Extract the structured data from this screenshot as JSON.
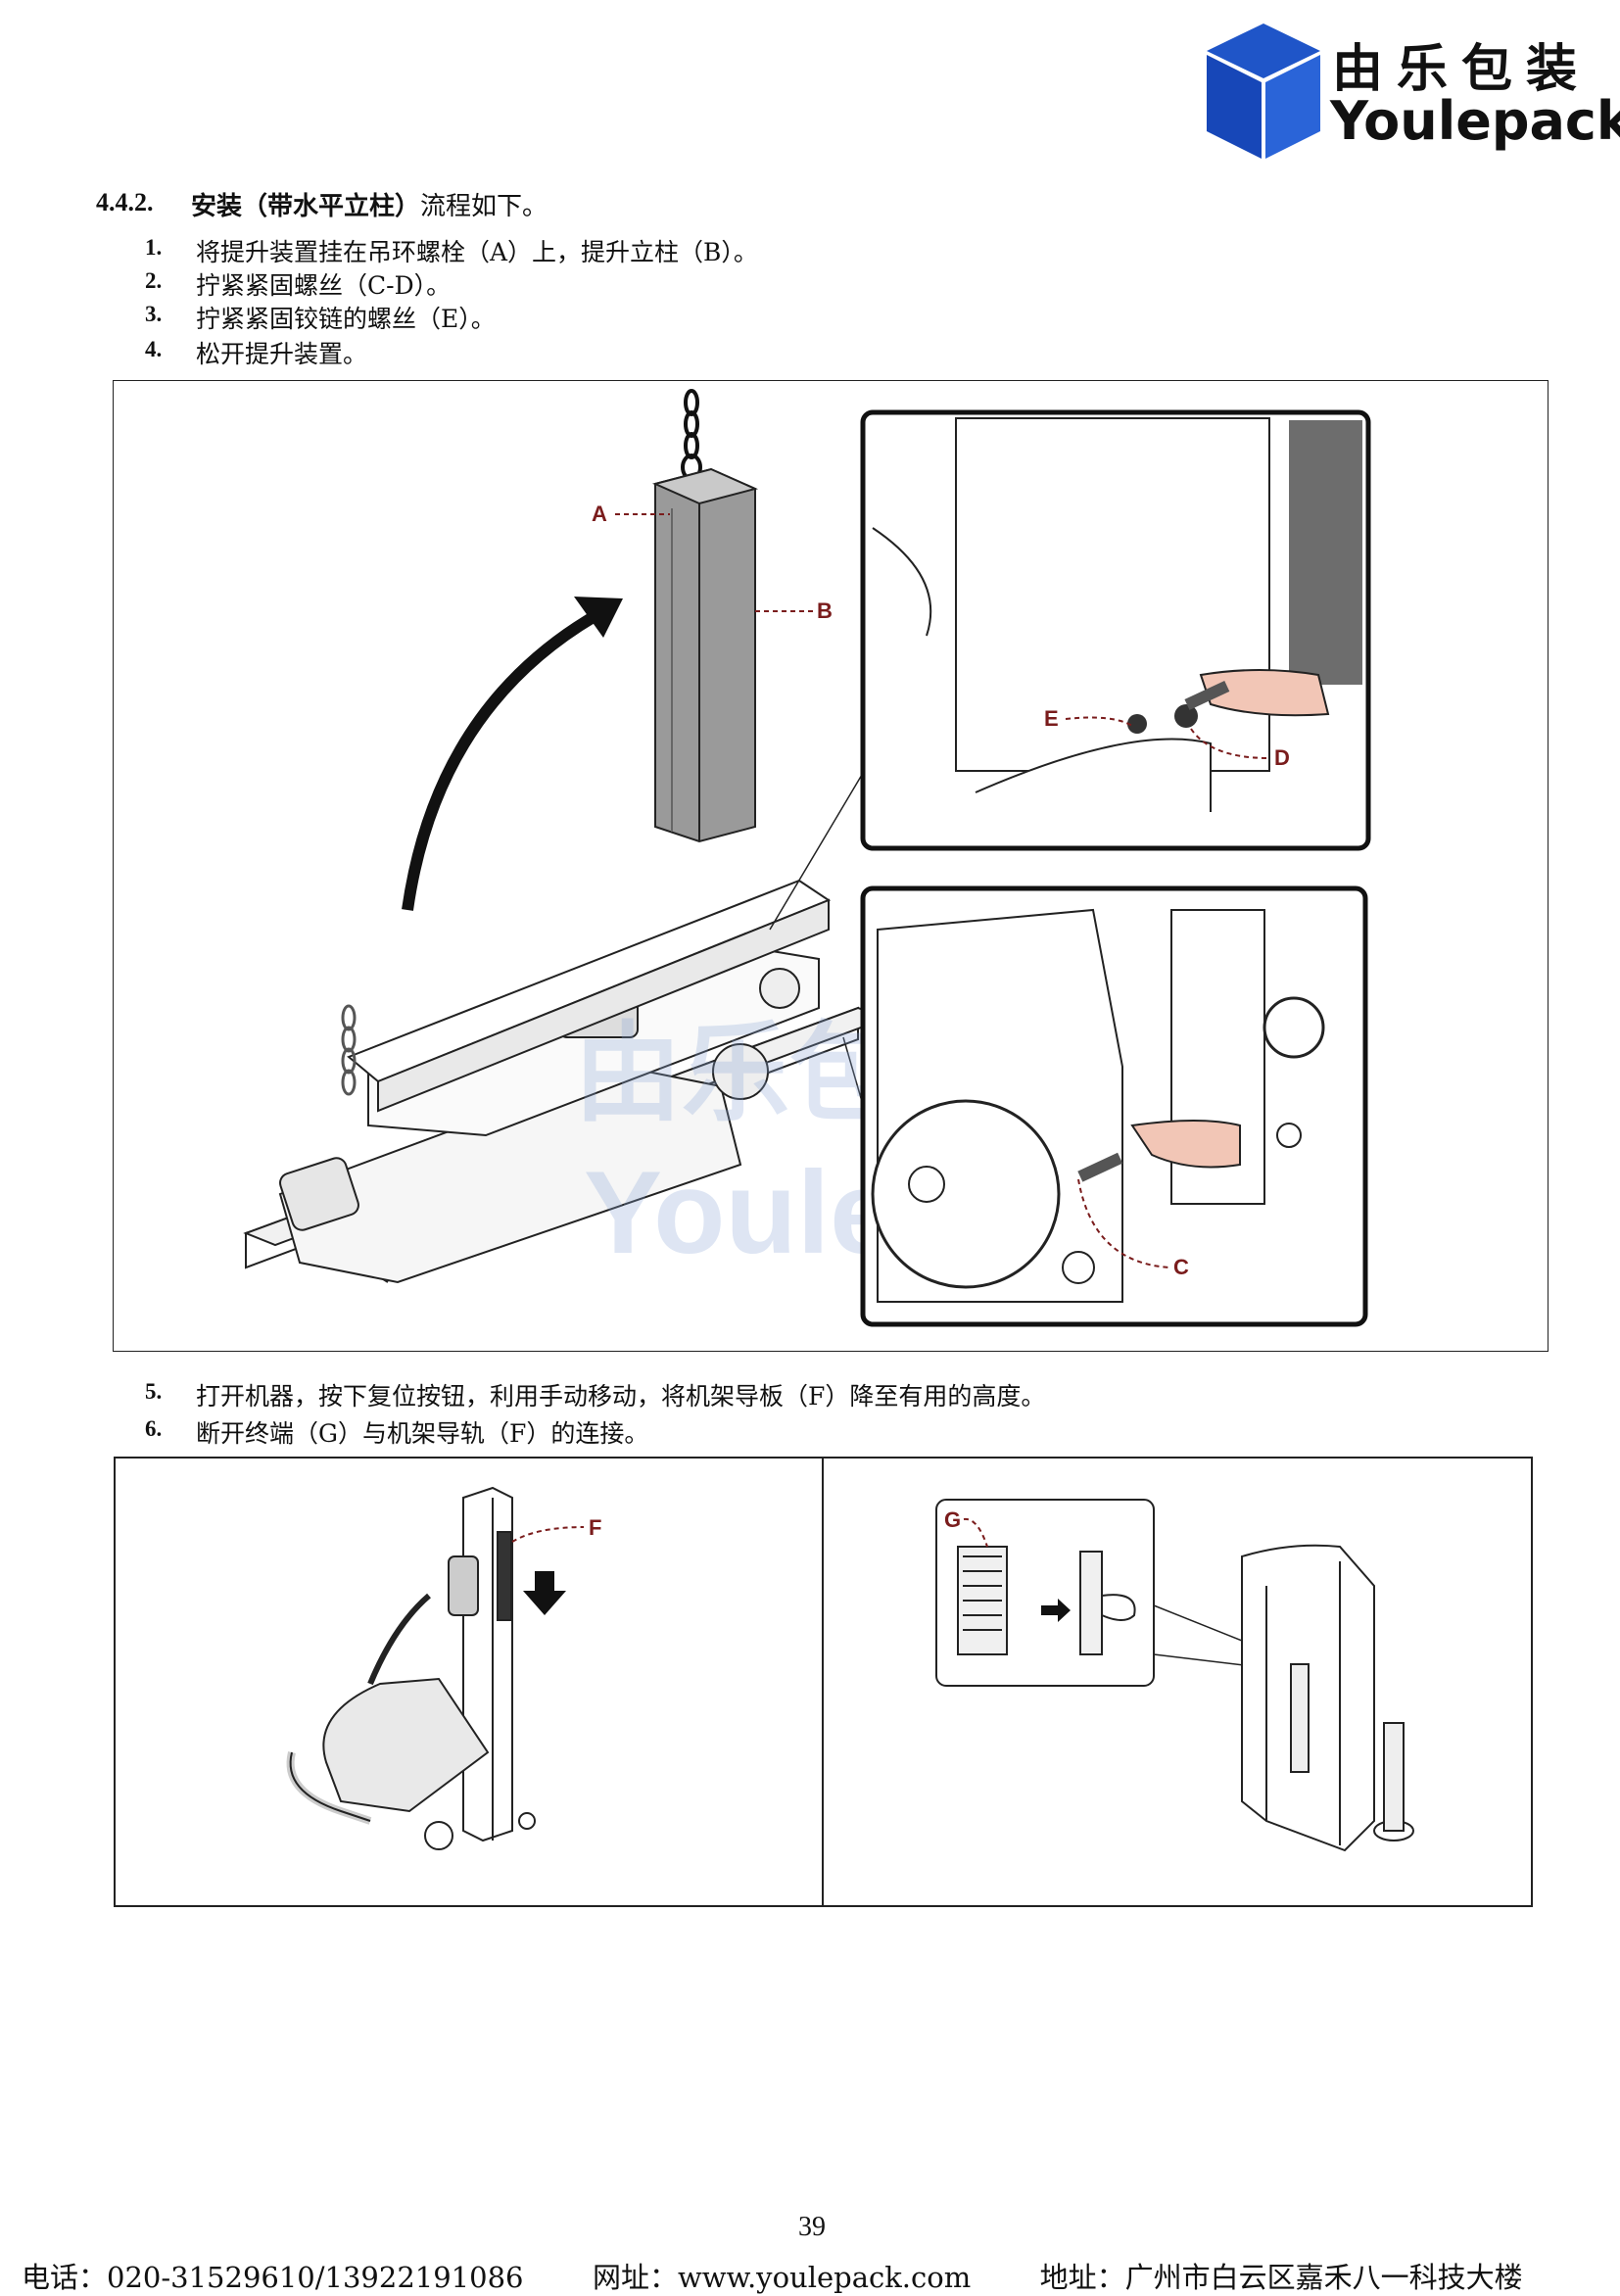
{
  "logo": {
    "cn": "由乐包装",
    "en": "Youlepack"
  },
  "section": {
    "number": "4.4.2.",
    "title_bold": "安装（带水平立柱）",
    "title_rest": "流程如下。"
  },
  "steps_a": [
    {
      "n": "1.",
      "text": "将提升装置挂在吊环螺栓（A）上，提升立柱（B）。"
    },
    {
      "n": "2.",
      "text": "拧紧紧固螺丝（C-D）。"
    },
    {
      "n": "3.",
      "text": "拧紧紧固铰链的螺丝（E）。"
    },
    {
      "n": "4.",
      "text": "松开提升装置。"
    }
  ],
  "figure1_labels": {
    "a": "A",
    "b": "B",
    "c": "C",
    "d": "D",
    "e": "E"
  },
  "watermark": {
    "cn": "由乐包装",
    "en": "Youlepack"
  },
  "steps_b": [
    {
      "n": "5.",
      "text": "打开机器，按下复位按钮，利用手动移动，将机架导板（F）降至有用的高度。"
    },
    {
      "n": "6.",
      "text": "断开终端（G）与机架导轨（F）的连接。"
    }
  ],
  "figure2_labels": {
    "f": "F",
    "g": "G"
  },
  "page_number": "39",
  "footer": {
    "phone": "电话：020-31529610/13922191086",
    "website": "网址：www.youlepack.com",
    "address": "地址：广州市白云区嘉禾八一科技大楼"
  }
}
